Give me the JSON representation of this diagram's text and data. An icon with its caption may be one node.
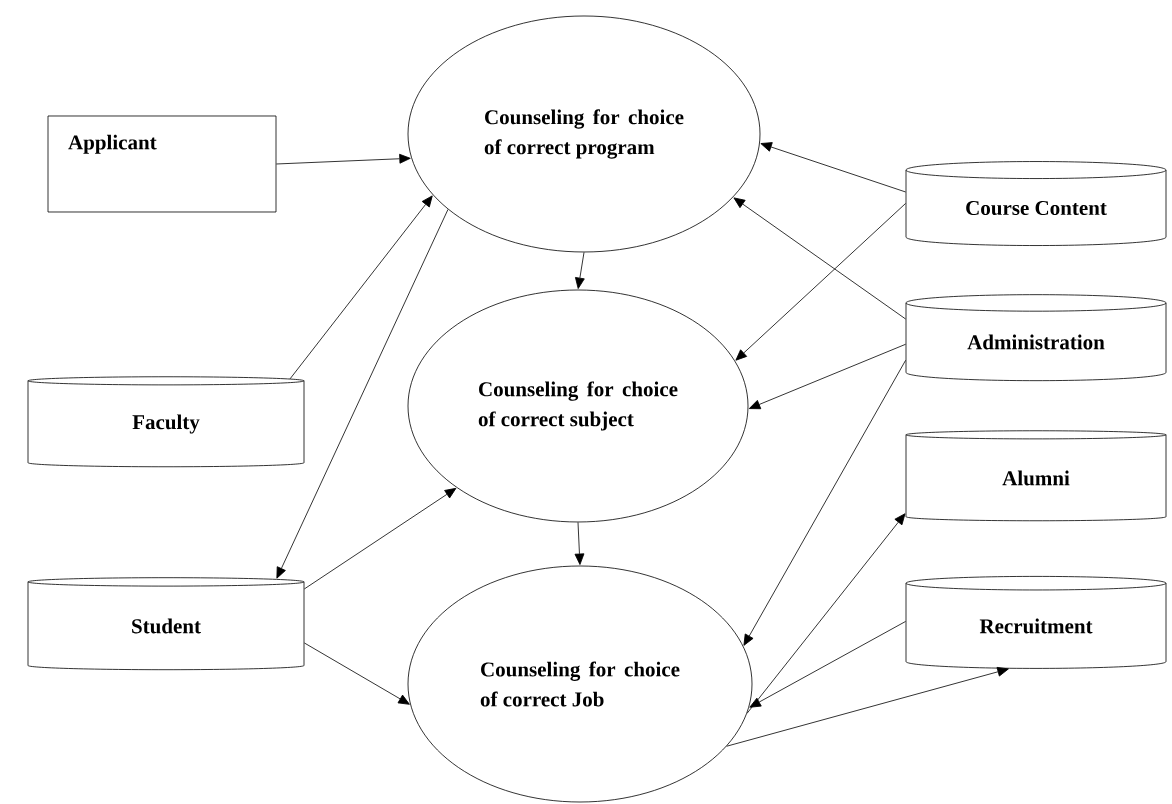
{
  "diagram": {
    "nodes": [
      {
        "text": [
          "Applicant"
        ]
      },
      {
        "text": [
          "Counseling for choice of correct program"
        ]
      },
      {
        "text": [
          "Course Content"
        ]
      },
      {
        "text": [
          "Faculty"
        ]
      },
      {
        "text": [
          "Counseling for choice of correct subject"
        ]
      },
      {
        "text": [
          "Administration"
        ]
      },
      {
        "text": [
          "Alumni"
        ]
      },
      {
        "text": [
          "Student"
        ]
      },
      {
        "text": [
          "Recruitment"
        ]
      },
      {
        "text": [
          "Counseling for choice of correct Job"
        ]
      }
    ],
    "edges": [
      {
        "from": 0,
        "to": 1,
        "arrow": "to"
      },
      {
        "from": 3,
        "to": 1,
        "arrow": "to"
      },
      {
        "from": 1,
        "to": 7,
        "arrow": "to"
      },
      {
        "from": 1,
        "to": 4,
        "arrow": "to"
      },
      {
        "from": 4,
        "to": 9,
        "arrow": "to"
      },
      {
        "from": 7,
        "to": 4,
        "arrow": "to"
      },
      {
        "from": 7,
        "to": 9,
        "arrow": "to"
      },
      {
        "from": 2,
        "to": 1,
        "arrow": "to"
      },
      {
        "from": 2,
        "to": 4,
        "arrow": "to"
      },
      {
        "from": 5,
        "to": 1,
        "arrow": "to"
      },
      {
        "from": 5,
        "to": 4,
        "arrow": "to"
      },
      {
        "from": 5,
        "to": 9,
        "arrow": "to"
      },
      {
        "from": 9,
        "to": 6,
        "arrow": "to"
      },
      {
        "from": 8,
        "to": 9,
        "arrow": "to"
      },
      {
        "from": 9,
        "to": 8,
        "arrow": "to"
      }
    ]
  }
}
